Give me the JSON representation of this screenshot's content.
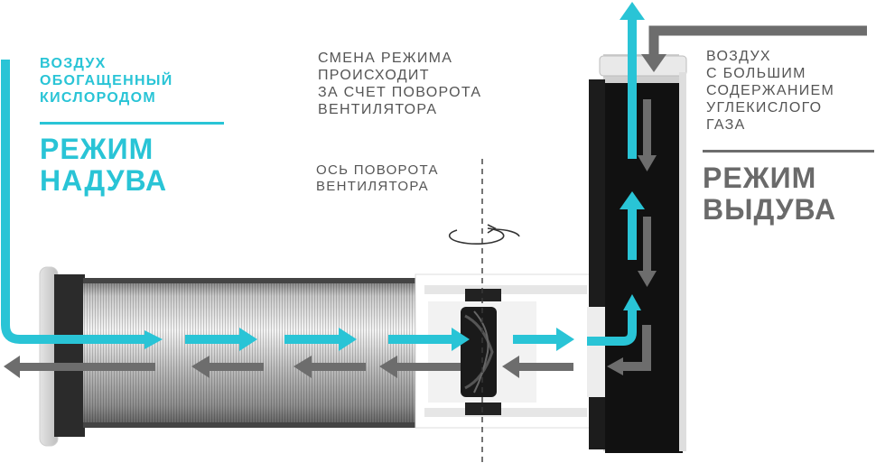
{
  "left": {
    "caption": "ВОЗДУХ\nОБОГАЩЕННЫЙ\nКИСЛОРОДОМ",
    "mode": "РЕЖИМ\nНАДУВА"
  },
  "center": {
    "caption": "СМЕНА РЕЖИМА\nПРОИСХОДИТ\nЗА СЧЕТ ПОВОРОТА\nВЕНТИЛЯТОРА",
    "axis_caption": "ОСЬ ПОВОРОТА\nВЕНТИЛЯТОРА"
  },
  "right": {
    "caption": "ВОЗДУХ\nС БОЛЬШИМ\nСОДЕРЖАНИЕМ\nУГЛЕКИСЛОГО\nГАЗА",
    "mode": "РЕЖИМ\nВЫДУВА"
  },
  "colors": {
    "inflow": "#29c4d6",
    "outflow": "#707070",
    "device_body": "#111111",
    "filter_light": "#e8e8e8",
    "filter_dark": "#9a9a9a"
  },
  "icons": [
    "rotation-arrow-icon",
    "inflow-arrow-icon",
    "outflow-arrow-icon"
  ]
}
